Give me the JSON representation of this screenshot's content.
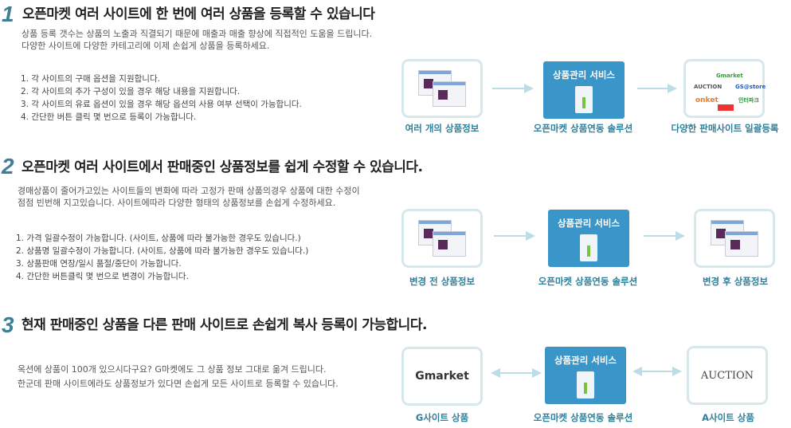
{
  "sections": [
    {
      "number": "1",
      "title": "오픈마켓 여러 사이트에 한 번에 여러 상품을 등록할 수 있습니다",
      "desc": [
        "상품 등록 갯수는 상품의 노출과 직결되기 때문에 매출과 매출 향상에 직접적인 도움을 드립니다.",
        "다양한 사이트에 다양한 카테고리에 이제 손쉽게 상품을 등록하세요."
      ],
      "list": [
        "1. 각 사이트의 구매 옵션을 지원합니다.",
        "2. 각 사이트의 추가 구성이 있을 경우 해당 내용을 지원합니다.",
        "3. 각 사이트의 유료 옵션이 있을 경우 해당 옵션의 사용 여부 선택이 가능합니다.",
        "4. 간단한 버튼 클릭 몇 번으로 등록이 가능합니다."
      ],
      "service": "상품관리 서비스",
      "captions": [
        "여러 개의 상품정보",
        "오픈마켓 상품연동 솔루션",
        "다양한 판매사이트 일괄등록"
      ],
      "logos": [
        "Gmarket",
        "AUCTION",
        "GS@store",
        "onket",
        "인터파크"
      ]
    },
    {
      "number": "2",
      "title": "오픈마켓 여러 사이트에서 판매중인 상품정보를 쉽게 수정할 수 있습니다.",
      "desc": [
        "경매상품이 줄어가고있는 사이트들의 변화에 따라 고정가 판매 상품의경우 상품에 대한 수정이",
        "점점 빈번해 지고있습니다.  사이트에따라 다양한 형태의 상품정보를 손쉽게 수정하세요."
      ],
      "list": [
        "1. 가격 일괄수정이 가능합니다. (사이트, 상품에 따라 불가능한 경우도 있습니다.)",
        "2. 상품명 일괄수정이 가능합니다. (사이트, 상품에 따라 불가능한 경우도 있습니다.)",
        "3. 상품판매 연장/일시 품절/중단이 가능합니다.",
        "4. 간단한 버튼클릭 몇 번으로 변경이 가능합니다."
      ],
      "service": "상품관리 서비스",
      "captions": [
        "변경 전 상품정보",
        "오픈마켓 상품연동 솔루션",
        "변경 후 상품정보"
      ]
    },
    {
      "number": "3",
      "title": "현재 판매중인 상품을 다른 판매 사이트로 손쉽게 복사 등록이 가능합니다.",
      "desc": [
        "옥션에 상품이 100개 있으시다구요? G마켓에도 그 상품 정보 그대로 옮겨 드립니다.",
        "한군데 판매 사이트에라도 상품정보가 있다면 손쉽게 모든 사이트로 등록할 수 있습니다."
      ],
      "service": "상품관리 서비스",
      "captions": [
        "G사이트 상품",
        "오픈마켓 상품연동 솔루션",
        "A사이트 상품"
      ],
      "logos": [
        "Gmarket",
        "AUCTION"
      ]
    }
  ]
}
